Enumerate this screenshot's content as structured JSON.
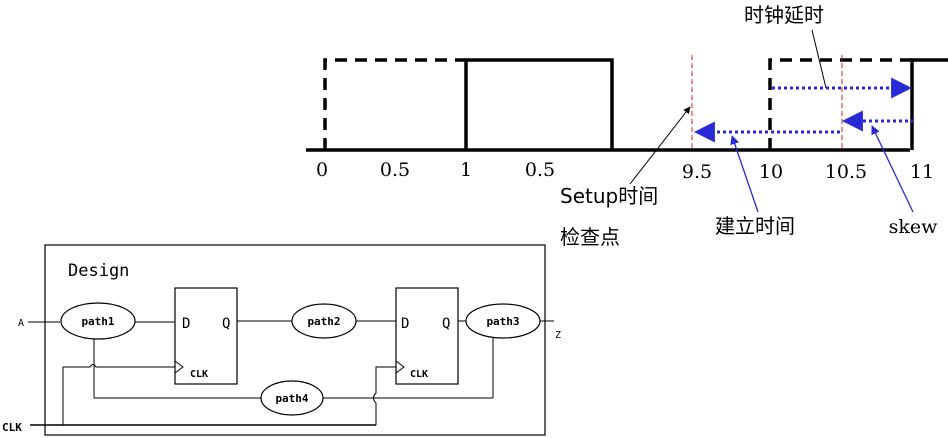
{
  "timing": {
    "ticks": [
      "0",
      "0.5",
      "1",
      "0.5",
      "9.5",
      "10",
      "10.5",
      "11"
    ],
    "clock_delay_label": "时钟延时",
    "setup_check_label_line1": "Setup时间",
    "setup_check_label_line2": "检查点",
    "setup_time_label": "建立时间",
    "skew_label": "skew",
    "colors": {
      "waveform": "#000000",
      "arrow": "#2a2ad4",
      "marker": "#e02020"
    }
  },
  "circuit": {
    "title": "Design",
    "input_label": "A",
    "clock_label": "CLK",
    "output_label": "Z",
    "paths": [
      "path1",
      "path2",
      "path3",
      "path4"
    ],
    "ff1": {
      "d": "D",
      "q": "Q",
      "clk": "CLK"
    },
    "ff2": {
      "d": "D",
      "q": "Q",
      "clk": "CLK"
    }
  }
}
